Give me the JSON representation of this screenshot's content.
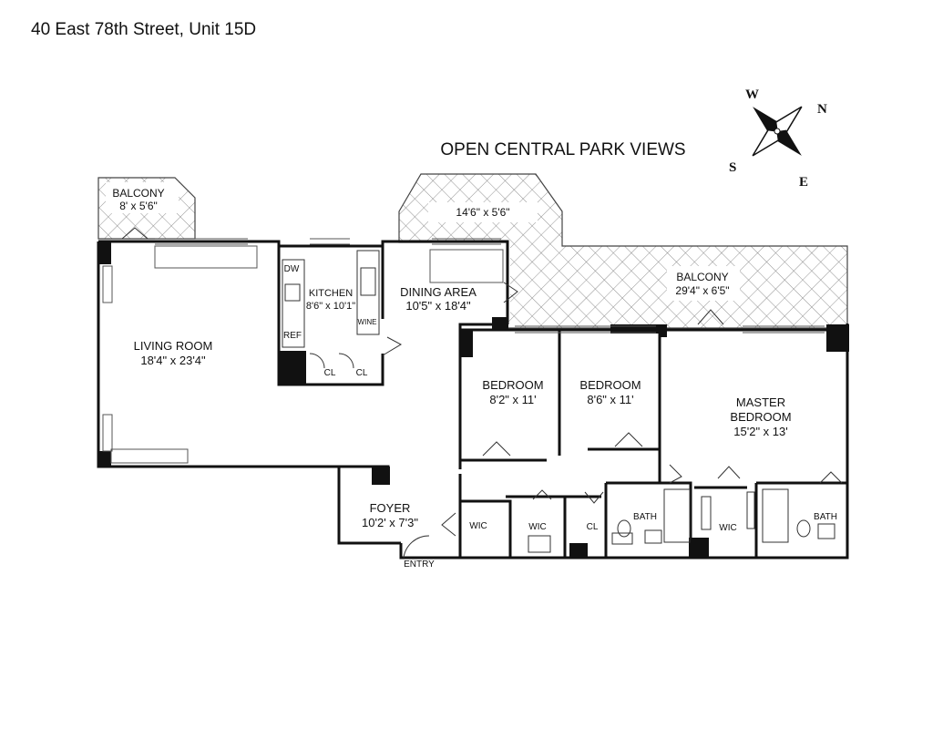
{
  "title": "40 East 78th Street, Unit 15D",
  "views_label": "OPEN CENTRAL PARK VIEWS",
  "compass": {
    "w": "W",
    "n": "N",
    "s": "S",
    "e": "E"
  },
  "rooms": {
    "balcony_small": {
      "name": "BALCONY",
      "size": "8' x 5'6\""
    },
    "balcony_upper": {
      "size": "14'6\" x 5'6\""
    },
    "balcony_large": {
      "name": "BALCONY",
      "size": "29'4\" x 6'5\""
    },
    "living": {
      "name": "LIVING ROOM",
      "size": "18'4\" x 23'4\""
    },
    "kitchen": {
      "name": "KITCHEN",
      "size": "8'6\" x 10'1\""
    },
    "dining": {
      "name": "DINING AREA",
      "size": "10'5\" x 18'4\""
    },
    "bedroom1": {
      "name": "BEDROOM",
      "size": "8'2\" x 11'"
    },
    "bedroom2": {
      "name": "BEDROOM",
      "size": "8'6\" x 11'"
    },
    "master": {
      "name1": "MASTER",
      "name2": "BEDROOM",
      "size": "15'2\" x 13'"
    },
    "foyer": {
      "name": "FOYER",
      "size": "10'2' x 7'3\""
    }
  },
  "fixtures": {
    "dw": "DW",
    "ref": "REF",
    "wine": "WINE",
    "cl": "CL",
    "wic": "WIC",
    "bath": "BATH",
    "entry": "ENTRY"
  }
}
